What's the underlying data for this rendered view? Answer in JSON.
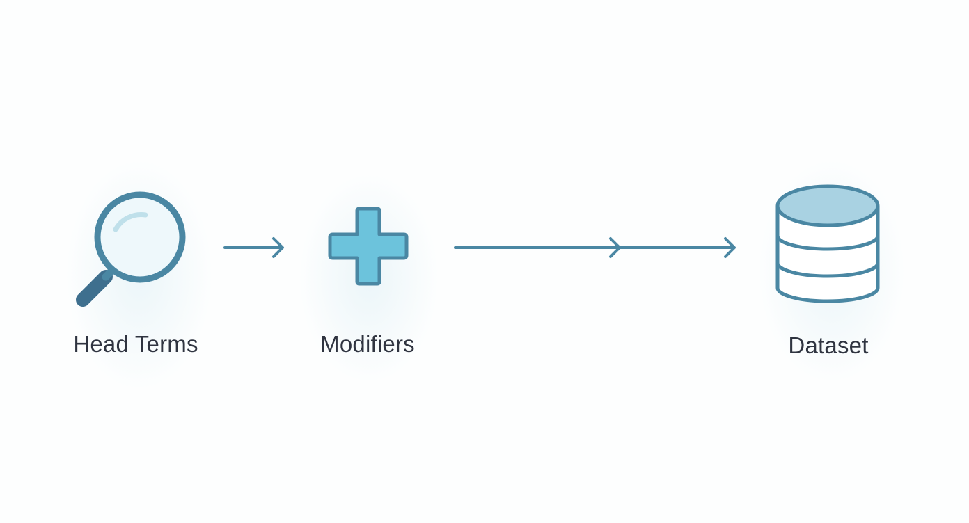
{
  "nodes": [
    {
      "id": "head-terms",
      "label": "Head Terms",
      "icon": "magnifier-icon"
    },
    {
      "id": "modifiers",
      "label": "Modifiers",
      "icon": "plus-icon"
    },
    {
      "id": "dataset",
      "label": "Dataset",
      "icon": "database-icon"
    }
  ],
  "colors": {
    "stroke": "#4a87a3",
    "accent_fill": "#6cc3dc",
    "lens_fill": "#eef8fb",
    "db_top_fill": "#a9d2e2",
    "handle": "#3e6f8e",
    "label_text": "#2f3440",
    "background": "#fdfefe"
  }
}
